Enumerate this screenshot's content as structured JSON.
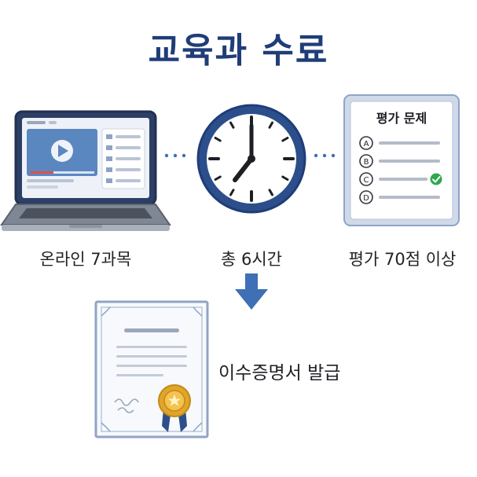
{
  "title": "교육과 수료",
  "steps": [
    {
      "label": "온라인 7과목",
      "icon": "laptop-video-icon"
    },
    {
      "label": "총 6시간",
      "icon": "clock-icon"
    },
    {
      "label": "평가 70점 이상",
      "icon": "quiz-sheet-icon"
    }
  ],
  "quiz": {
    "heading": "평가 문제",
    "options": [
      "A",
      "B",
      "C",
      "D"
    ],
    "checked_option": "C"
  },
  "result": {
    "label": "이수증명서 발급",
    "icon": "certificate-icon"
  },
  "colors": {
    "primary": "#1f3d78",
    "accent": "#3f6fb5",
    "medal": "#e0a52a",
    "check": "#2ea84f"
  }
}
